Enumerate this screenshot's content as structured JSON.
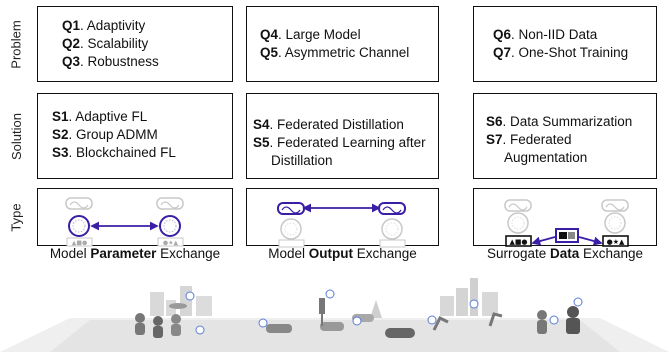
{
  "rows": {
    "problem": "Problem",
    "solution": "Solution",
    "type": "Type"
  },
  "columns": [
    {
      "problems": [
        {
          "id": "Q1",
          "text": ". Adaptivity"
        },
        {
          "id": "Q2",
          "text": ". Scalability"
        },
        {
          "id": "Q3",
          "text": ". Robustness"
        }
      ],
      "solutions": [
        {
          "id": "S1",
          "text": ". Adaptive FL"
        },
        {
          "id": "S2",
          "text": ". Group ADMM"
        },
        {
          "id": "S3",
          "text": ". Blockchained FL"
        }
      ],
      "caption": {
        "pre": "Model ",
        "bold": "Parameter",
        "post": " Exchange"
      }
    },
    {
      "problems": [
        {
          "id": "Q4",
          "text": ". Large Model"
        },
        {
          "id": "Q5",
          "text": ". Asymmetric Channel"
        }
      ],
      "solutions": [
        {
          "id": "S4",
          "text": ". Federated Distillation"
        },
        {
          "id": "S5",
          "text": ". Federated Learning after Distillation"
        }
      ],
      "caption": {
        "pre": "Model ",
        "bold": "Output",
        "post": " Exchange"
      }
    },
    {
      "problems": [
        {
          "id": "Q6",
          "text": ". Non-IID Data"
        },
        {
          "id": "Q7",
          "text": ". One-Shot Training"
        }
      ],
      "solutions": [
        {
          "id": "S6",
          "text": ". Data Summarization"
        },
        {
          "id": "S7",
          "text": ". Federated Augmentation"
        }
      ],
      "caption": {
        "pre": "Surrogate ",
        "bold": "Data",
        "post": " Exchange"
      }
    }
  ],
  "colors": {
    "arrow": "#3b1ea6",
    "box_border": "#111111",
    "device_gray": "#c8c8c8",
    "ground": "#e9e9e9"
  }
}
